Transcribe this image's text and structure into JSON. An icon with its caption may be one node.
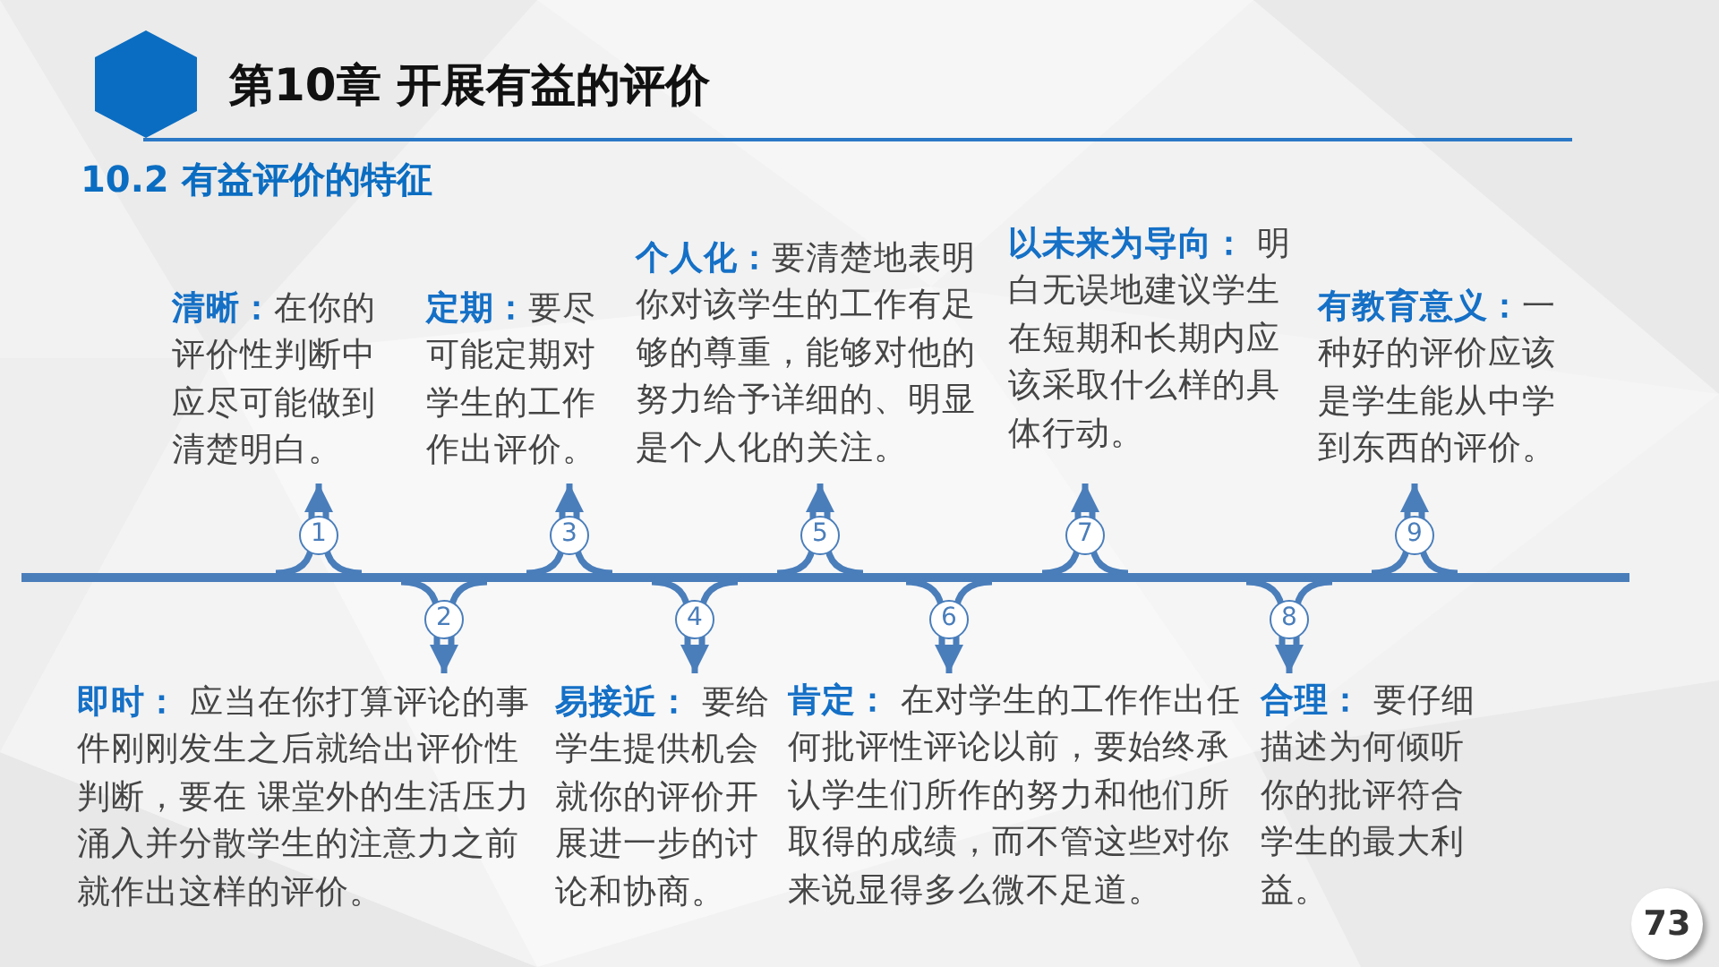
{
  "diagram": {
    "title": "第10章 开展有益的评价",
    "nodes": [
      {
        "text": [],
        "shape": "bar"
      },
      {
        "text": [
          "**清晰：**在你的评价性判断中应尽可能做到清楚明白。"
        ]
      },
      {
        "text": [
          "**即时：** 应当在你打算评论的事件刚刚发生之后就给出评价性判断，要在 课堂外的生活压力涌入并分散学生的注意力之前就作出这样的评价。"
        ]
      },
      {
        "text": [
          "**定期：**要尽可能定期对学生的工作作出评价。"
        ]
      },
      {
        "text": [
          "**易接近：** 要给学生提供机会就你的评价开展进一步的讨论和协商。"
        ]
      },
      {
        "text": [
          "**个人化：**要清楚地表明你对该学生的工作有足够的尊重，能够对他的努力给予详细的、明显是个人化的关注。"
        ]
      },
      {
        "text": [
          "**肯定：** 在对学生的工作作出任何批评性评论以前，要始终承认学生们所作的努力和他们所取得的成绩，而不管这些对你来说显得多么微不足道。"
        ]
      },
      {
        "text": [
          "**以未来为导向：** 明白无误地建议学生在短期和长期内应该采取什么样的具体行动。"
        ]
      },
      {
        "text": [
          "**合理：** 要仔细描述为何倾听你的批评符合学生的最大利益。"
        ]
      },
      {
        "text": [
          "**有教育意义：**一种好的评价应该是学生能从中学到东西的评价。"
        ]
      }
    ],
    "edges": [
      {
        "from": 0,
        "to": 1,
        "arrow": "to",
        "label": "1"
      },
      {
        "from": 0,
        "to": 2,
        "arrow": "to",
        "label": "2"
      },
      {
        "from": 0,
        "to": 3,
        "arrow": "to",
        "label": "3"
      },
      {
        "from": 0,
        "to": 4,
        "arrow": "to",
        "label": "4"
      },
      {
        "from": 0,
        "to": 5,
        "arrow": "to",
        "label": "5"
      },
      {
        "from": 0,
        "to": 6,
        "arrow": "to",
        "label": "6"
      },
      {
        "from": 0,
        "to": 7,
        "arrow": "to",
        "label": "7"
      },
      {
        "from": 0,
        "to": 8,
        "arrow": "to",
        "label": "8"
      },
      {
        "from": 0,
        "to": 9,
        "arrow": "to",
        "label": "9"
      }
    ],
    "labels": [
      "10.2 有益评价的特征",
      "73"
    ]
  }
}
